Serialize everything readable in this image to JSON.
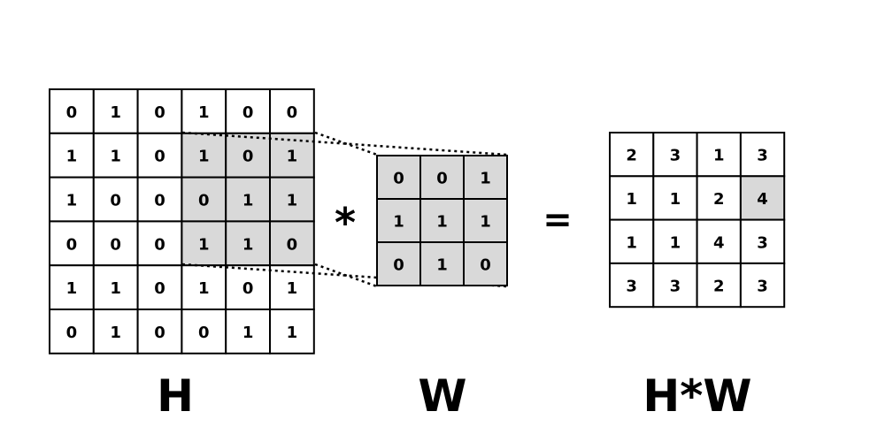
{
  "input_matrix": {
    "label": "H",
    "rows": [
      [
        "0",
        "1",
        "0",
        "1",
        "0",
        "0"
      ],
      [
        "1",
        "1",
        "0",
        "1",
        "0",
        "1"
      ],
      [
        "1",
        "0",
        "0",
        "0",
        "1",
        "1"
      ],
      [
        "0",
        "0",
        "0",
        "1",
        "1",
        "0"
      ],
      [
        "1",
        "1",
        "0",
        "1",
        "0",
        "1"
      ],
      [
        "0",
        "1",
        "0",
        "0",
        "1",
        "1"
      ]
    ],
    "highlight": {
      "row_start": 1,
      "col_start": 3,
      "size": 3
    }
  },
  "kernel_matrix": {
    "label": "W",
    "rows": [
      [
        "0",
        "0",
        "1"
      ],
      [
        "1",
        "1",
        "1"
      ],
      [
        "0",
        "1",
        "0"
      ]
    ]
  },
  "output_matrix": {
    "label": "H*W",
    "rows": [
      [
        "2",
        "3",
        "1",
        "3"
      ],
      [
        "1",
        "1",
        "2",
        "4"
      ],
      [
        "1",
        "1",
        "4",
        "3"
      ],
      [
        "3",
        "3",
        "2",
        "3"
      ]
    ],
    "highlight": {
      "row": 1,
      "col": 3
    }
  },
  "operators": {
    "convolve": "*",
    "equals": "="
  },
  "colors": {
    "highlight_fill": "#d9d9d9",
    "grid_stroke": "#000000",
    "background": "#ffffff"
  }
}
